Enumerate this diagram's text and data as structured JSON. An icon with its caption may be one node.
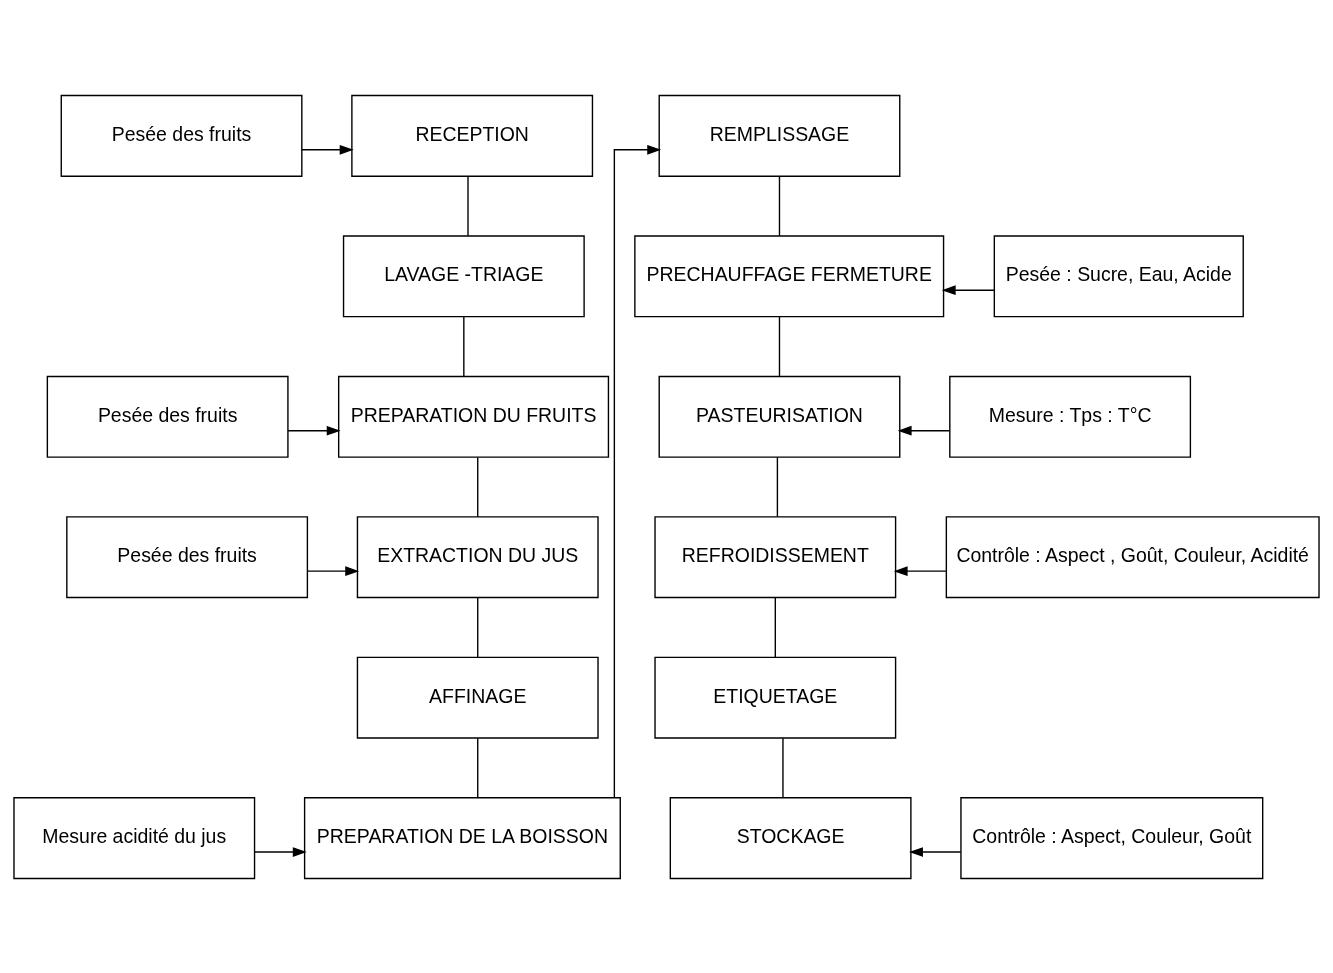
{
  "diagram": {
    "nodes": [
      {
        "text": [
          "Pesée des fruits"
        ]
      },
      {
        "text": [
          "RECEPTION"
        ]
      },
      {
        "text": [
          "REMPLISSAGE"
        ]
      },
      {
        "text": [
          "LAVAGE -TRIAGE"
        ]
      },
      {
        "text": [
          "PRECHAUFFAGE FERMETURE"
        ]
      },
      {
        "text": [
          "Pesée : Sucre, Eau, Acide"
        ]
      },
      {
        "text": [
          "Pesée des fruits"
        ]
      },
      {
        "text": [
          "PREPARATION DU FRUITS"
        ]
      },
      {
        "text": [
          "PASTEURISATION"
        ]
      },
      {
        "text": [
          "Mesure : Tps : T°C"
        ]
      },
      {
        "text": [
          "Pesée des fruits"
        ]
      },
      {
        "text": [
          "EXTRACTION DU JUS"
        ]
      },
      {
        "text": [
          "REFROIDISSEMENT"
        ]
      },
      {
        "text": [
          "Contrôle : Aspect , Goût, Couleur, Acidité"
        ]
      },
      {
        "text": [
          "AFFINAGE"
        ]
      },
      {
        "text": [
          "ETIQUETAGE"
        ]
      },
      {
        "text": [
          "Mesure acidité du jus"
        ]
      },
      {
        "text": [
          "PREPARATION DE LA BOISSON"
        ]
      },
      {
        "text": [
          "STOCKAGE"
        ]
      },
      {
        "text": [
          "Contrôle : Aspect, Couleur, Goût"
        ]
      }
    ],
    "edges": [
      {
        "from": 0,
        "to": 1,
        "arrow": "to"
      },
      {
        "from": 1,
        "to": 3,
        "arrow": "none"
      },
      {
        "from": 3,
        "to": 7,
        "arrow": "none"
      },
      {
        "from": 6,
        "to": 7,
        "arrow": "to"
      },
      {
        "from": 7,
        "to": 11,
        "arrow": "none"
      },
      {
        "from": 10,
        "to": 11,
        "arrow": "to"
      },
      {
        "from": 11,
        "to": 14,
        "arrow": "none"
      },
      {
        "from": 14,
        "to": 17,
        "arrow": "none"
      },
      {
        "from": 16,
        "to": 17,
        "arrow": "to"
      },
      {
        "from": 17,
        "to": 2,
        "arrow": "to"
      },
      {
        "from": 2,
        "to": 4,
        "arrow": "none"
      },
      {
        "from": 5,
        "to": 4,
        "arrow": "to"
      },
      {
        "from": 4,
        "to": 8,
        "arrow": "none"
      },
      {
        "from": 9,
        "to": 8,
        "arrow": "to"
      },
      {
        "from": 8,
        "to": 12,
        "arrow": "none"
      },
      {
        "from": 13,
        "to": 12,
        "arrow": "to"
      },
      {
        "from": 12,
        "to": 15,
        "arrow": "none"
      },
      {
        "from": 15,
        "to": 18,
        "arrow": "none"
      },
      {
        "from": 19,
        "to": 18,
        "arrow": "to"
      }
    ]
  }
}
